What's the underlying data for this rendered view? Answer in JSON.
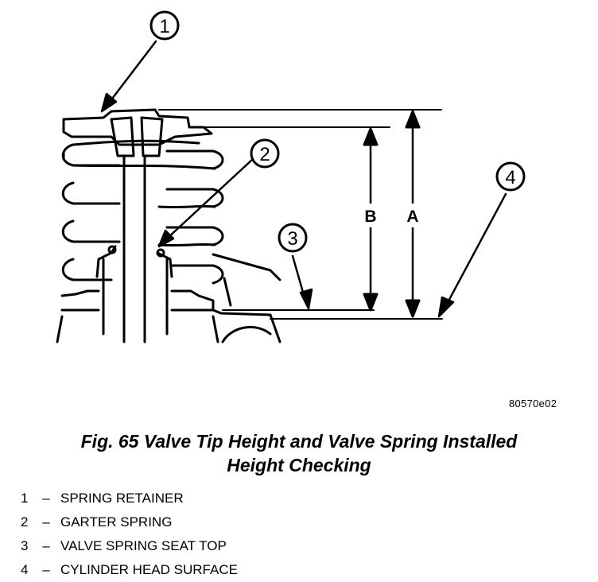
{
  "figure": {
    "id_code": "80570e02",
    "caption_line1": "Fig. 65 Valve Tip Height and Valve Spring Installed",
    "caption_line2": "Height Checking"
  },
  "callouts": [
    "1",
    "2",
    "3",
    "4"
  ],
  "dimensions": {
    "a": "A",
    "b": "B"
  },
  "legend": [
    {
      "num": "1",
      "dash": "–",
      "label": "SPRING RETAINER"
    },
    {
      "num": "2",
      "dash": "–",
      "label": "GARTER SPRING"
    },
    {
      "num": "3",
      "dash": "–",
      "label": "VALVE SPRING SEAT TOP"
    },
    {
      "num": "4",
      "dash": "–",
      "label": "CYLINDER HEAD SURFACE"
    }
  ]
}
